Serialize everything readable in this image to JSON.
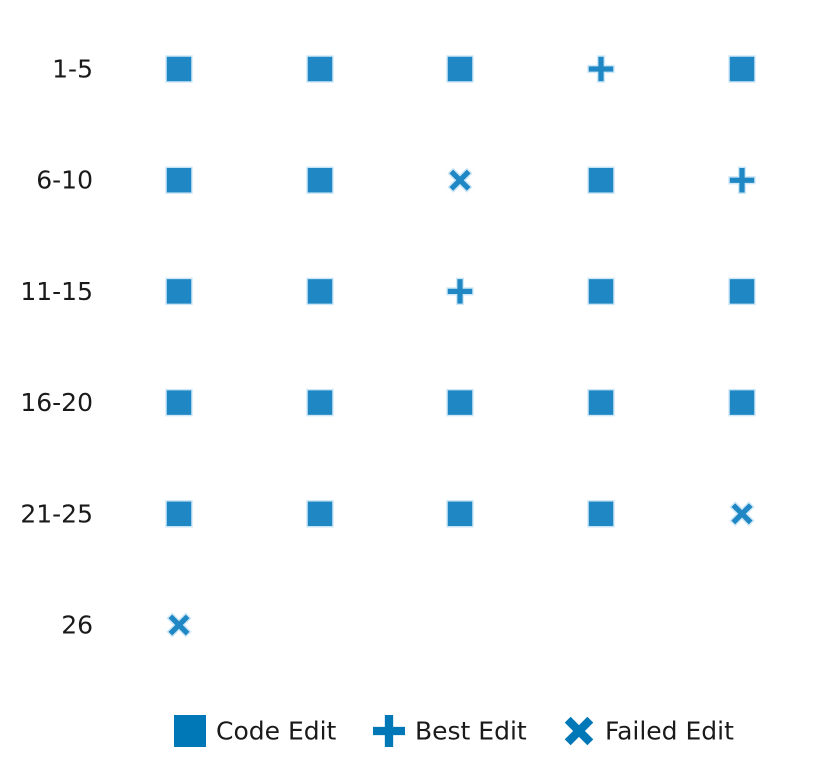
{
  "chart_data": {
    "type": "scatter",
    "title": "",
    "xlabel": "",
    "ylabel": "",
    "grid": false,
    "legend_position": "bottom",
    "rows": [
      "1-5",
      "6-10",
      "11-15",
      "16-20",
      "21-25",
      "26"
    ],
    "columns": 5,
    "marker_color": "#1f88c4",
    "marker_edge_color": "#cfe8f7",
    "legend_color": "#0077b6",
    "series": [
      {
        "name": "Code Edit",
        "marker": "square-icon"
      },
      {
        "name": "Best Edit",
        "marker": "plus-icon"
      },
      {
        "name": "Failed Edit",
        "marker": "x-icon"
      }
    ],
    "points": [
      [
        "Code Edit",
        "Code Edit",
        "Code Edit",
        "Best Edit",
        "Code Edit"
      ],
      [
        "Code Edit",
        "Code Edit",
        "Failed Edit",
        "Code Edit",
        "Best Edit"
      ],
      [
        "Code Edit",
        "Code Edit",
        "Best Edit",
        "Code Edit",
        "Code Edit"
      ],
      [
        "Code Edit",
        "Code Edit",
        "Code Edit",
        "Code Edit",
        "Code Edit"
      ],
      [
        "Code Edit",
        "Code Edit",
        "Code Edit",
        "Code Edit",
        "Failed Edit"
      ],
      [
        "Failed Edit"
      ]
    ]
  }
}
